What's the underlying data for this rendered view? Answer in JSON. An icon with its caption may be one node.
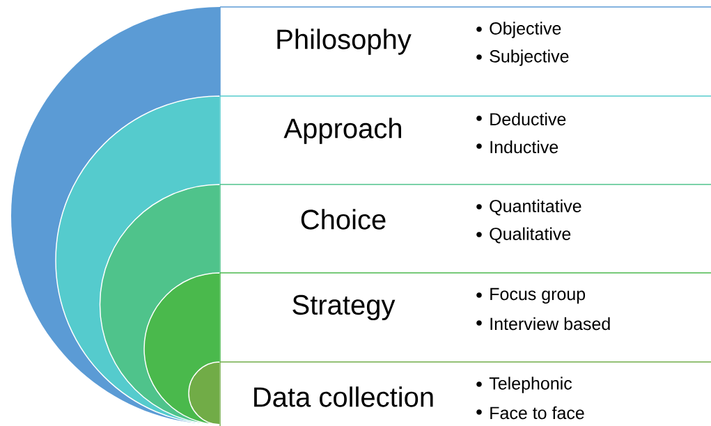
{
  "diagram": {
    "nodes": [
      {
        "text": [
          "Philosophy",
          "Objective",
          "Subjective"
        ]
      },
      {
        "text": [
          "Approach",
          "Deductive",
          "Inductive"
        ]
      },
      {
        "text": [
          "Choice",
          "Quantitative",
          "Qualitative"
        ]
      },
      {
        "text": [
          "Strategy",
          "Focus group",
          "Interview based"
        ]
      },
      {
        "text": [
          "Data collection",
          "Telephonic",
          "Face to face"
        ]
      }
    ]
  }
}
